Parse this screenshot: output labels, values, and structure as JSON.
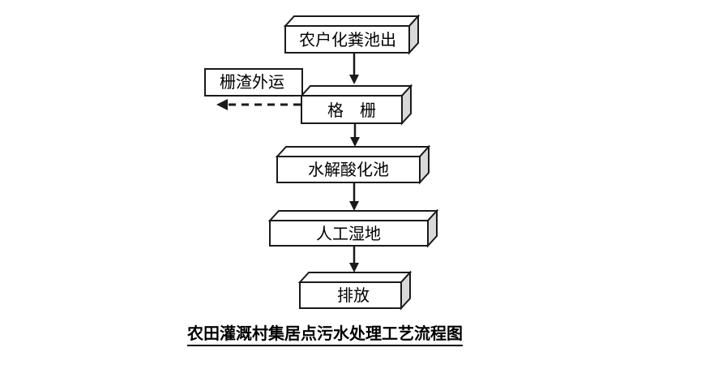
{
  "diagram": {
    "title_caption": "农田灌溉村集居点污水处理工艺流程图",
    "nodes": {
      "septic_tank_output": {
        "label": "农户化粪池出"
      },
      "bar_screen": {
        "label": "格　栅"
      },
      "screen_residue_transport": {
        "label": "栅渣外运"
      },
      "hydrolysis_acidification_tank": {
        "label": "水解酸化池"
      },
      "constructed_wetland": {
        "label": "人工湿地"
      },
      "discharge": {
        "label": "排放"
      }
    },
    "colors": {
      "background": "#ffffff",
      "line": "#1a1a1a",
      "box_front": "#ffffff",
      "box_top": "#ffffff",
      "box_side": "#d9d9d9"
    }
  }
}
